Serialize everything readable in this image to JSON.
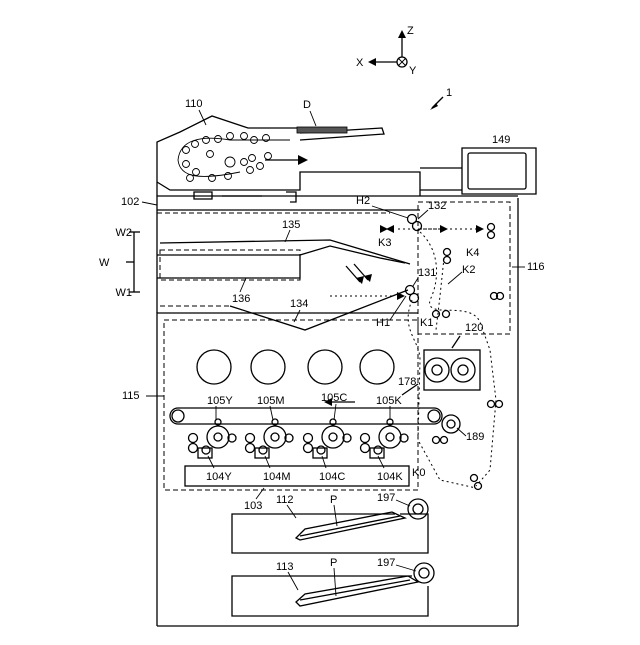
{
  "axes": {
    "z": "Z",
    "x": "X",
    "y": "Y"
  },
  "labels": {
    "device": "1",
    "doc_feeder": "110",
    "document": "D",
    "display": "149",
    "upper_unit": "102",
    "h2": "H2",
    "r132": "132",
    "k3": "K3",
    "k4": "K4",
    "k2": "K2",
    "k1": "K1",
    "h1": "H1",
    "r131": "131",
    "r135": "135",
    "r136": "136",
    "r134": "134",
    "w": "W",
    "w1": "W1",
    "w2": "W2",
    "r116": "116",
    "r120": "120",
    "r115": "115",
    "r178": "178",
    "r189": "189",
    "k0": "K0",
    "r103": "103",
    "r112": "112",
    "r113": "113",
    "p1": "P",
    "p2": "P",
    "r197a": "197",
    "r197b": "197"
  },
  "units": [
    {
      "pc": "105Y",
      "dev": "104Y"
    },
    {
      "pc": "105M",
      "dev": "104M"
    },
    {
      "pc": "105C",
      "dev": "104C"
    },
    {
      "pc": "105K",
      "dev": "104K"
    }
  ]
}
